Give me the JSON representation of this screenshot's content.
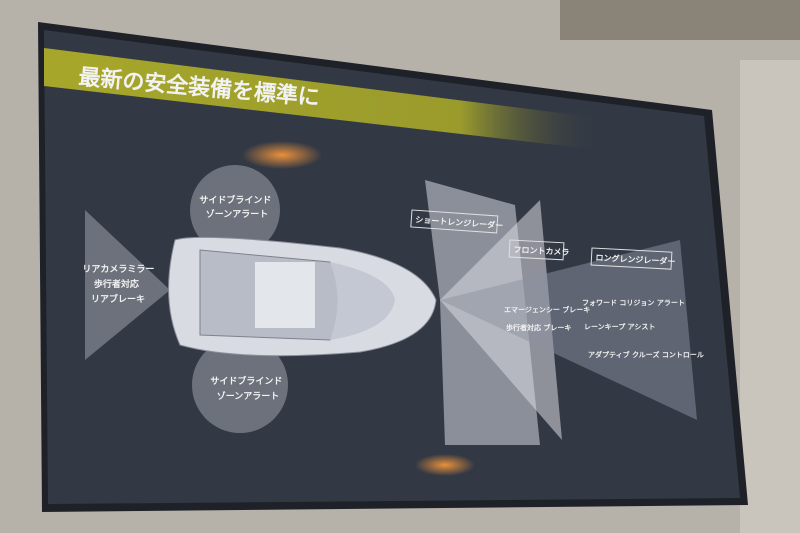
{
  "slide": {
    "title": "最新の安全装備を標準に",
    "title_band_color": "#a6a72a",
    "screen_color": "#333944",
    "side_blind_top": [
      "サイドブラインド",
      "ゾーンアラート"
    ],
    "side_blind_bottom": [
      "サイドブラインド",
      "ゾーンアラート"
    ],
    "rear": [
      "リアカメラミラー",
      "歩行者対応",
      "リアブレーキ"
    ],
    "sensors": {
      "short_range_radar": "ショートレンジレーダー",
      "front_camera": "フロントカメラ",
      "long_range_radar": "ロングレンジレーダー"
    },
    "features": [
      "エマージェンシー ブレーキ",
      "歩行者対応 ブレーキ",
      "フォワード コリジョン アラート",
      "レーンキープ アシスト",
      "アダプティブ クルーズ コントロール"
    ]
  }
}
